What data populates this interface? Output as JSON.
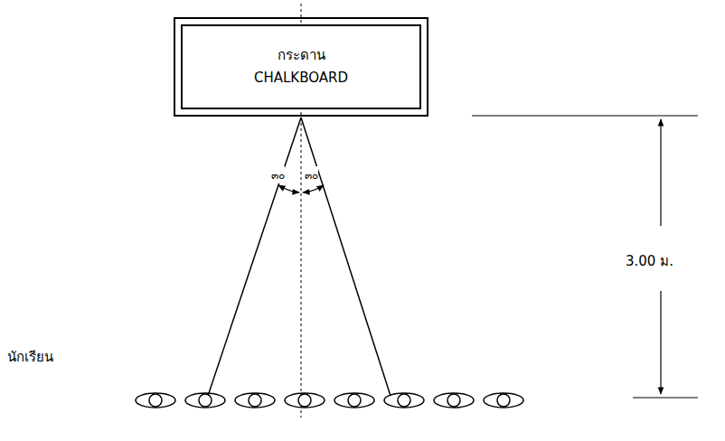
{
  "diagram": {
    "nodes": [
      {
        "text": [
          "กระดาน",
          "CHALKBOARD"
        ]
      }
    ],
    "labels": [
      "๓๐",
      "๓๐",
      "3.00 ม.",
      "นักเรียน"
    ]
  }
}
